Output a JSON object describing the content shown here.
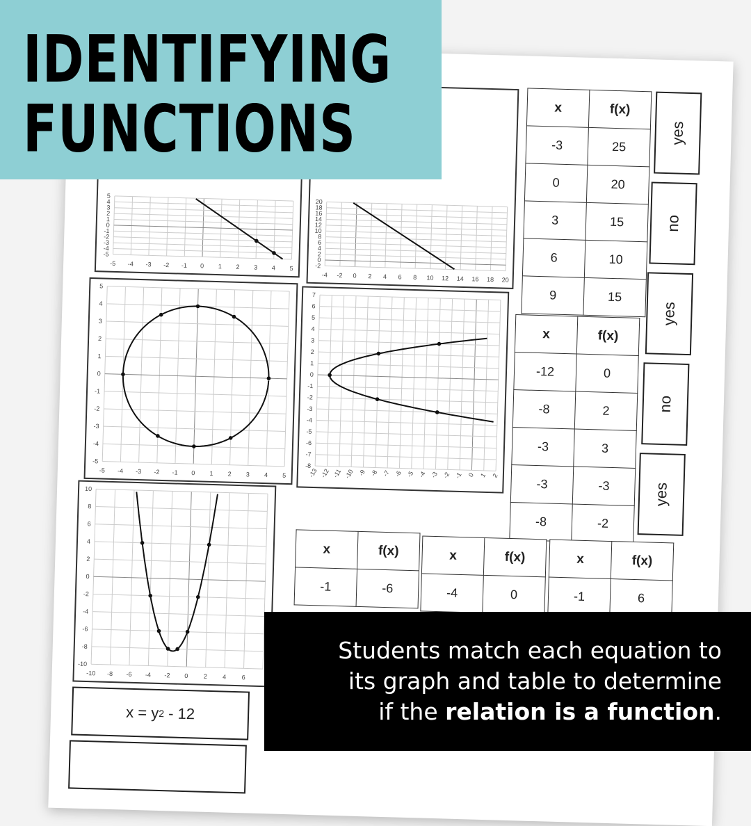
{
  "title": {
    "line1": "IDENTIFYING",
    "line2": "FUNCTIONS",
    "background": "#8ecfd4"
  },
  "caption": {
    "line1": "Students match each equation to",
    "line2": "its graph and table to determine",
    "line3_pre": "if the ",
    "line3_bold": "relation is a function",
    "line3_post": "."
  },
  "graphs": [
    {
      "xlim": [
        -5,
        5
      ],
      "ylim": [
        -5,
        5
      ],
      "xstep": 1,
      "ystep": 1,
      "xlabels": [
        "-5",
        "-4",
        "-3",
        "-2",
        "-1",
        "0",
        "1",
        "2",
        "3",
        "4",
        "5"
      ],
      "ylabels": [
        "-5",
        "-4",
        "-3",
        "-2",
        "-1",
        "0",
        "1",
        "2",
        "3",
        "4",
        "5"
      ],
      "curve": "line",
      "m": -2,
      "b": 4,
      "dots": [
        [
          3,
          -2
        ],
        [
          4,
          -4
        ]
      ]
    },
    {
      "xlim": [
        -4,
        20
      ],
      "ylim": [
        -2,
        20
      ],
      "xstep": 2,
      "ystep": 2,
      "xlabels": [
        "-4",
        "-2",
        "0",
        "2",
        "4",
        "6",
        "8",
        "10",
        "12",
        "14",
        "16",
        "18",
        "20"
      ],
      "ylabels": [
        "-2",
        "0",
        "2",
        "4",
        "6",
        "8",
        "10",
        "12",
        "14",
        "16",
        "18",
        "20"
      ],
      "curve": "line",
      "m": -1.6,
      "b": 19.2,
      "dots": []
    },
    {
      "xlim": [
        -5,
        5
      ],
      "ylim": [
        -5,
        5
      ],
      "xstep": 1,
      "ystep": 1,
      "xlabels": [
        "-5",
        "-4",
        "-3",
        "-2",
        "-1",
        "0",
        "1",
        "2",
        "3",
        "4",
        "5"
      ],
      "ylabels": [
        "-5",
        "-4",
        "-3",
        "-2",
        "-1",
        "0",
        "1",
        "2",
        "3",
        "4",
        "5"
      ],
      "curve": "circle",
      "r": 4,
      "dots": [
        [
          -4,
          0
        ],
        [
          4,
          0
        ],
        [
          0,
          4
        ],
        [
          0,
          -4
        ],
        [
          -2,
          3.46
        ],
        [
          2,
          3.46
        ],
        [
          -2,
          -3.46
        ],
        [
          2,
          -3.46
        ]
      ]
    },
    {
      "xlim": [
        -13,
        2
      ],
      "ylim": [
        -8,
        7
      ],
      "xstep": 1,
      "ystep": 1,
      "xlabels": [
        "-13",
        "-12",
        "-11",
        "-10",
        "-9",
        "-8",
        "-7",
        "-6",
        "-5",
        "-4",
        "-3",
        "-2",
        "-1",
        "0",
        "1",
        "2"
      ],
      "ylabels": [
        "-8",
        "-7",
        "-6",
        "-5",
        "-4",
        "-3",
        "-2",
        "-1",
        "0",
        "1",
        "2",
        "3",
        "4",
        "5",
        "6",
        "7"
      ],
      "curve": "sideways",
      "c": -12,
      "dots": [
        [
          -12,
          0
        ],
        [
          -8,
          2
        ],
        [
          -8,
          -2
        ],
        [
          -3,
          3
        ],
        [
          -3,
          -3
        ]
      ]
    },
    {
      "xlim": [
        -10,
        8
      ],
      "ylim": [
        -10,
        10
      ],
      "xstep": 2,
      "ystep": 2,
      "xlabels": [
        "-10",
        "-8",
        "-6",
        "-4",
        "-2",
        "0",
        "2",
        "4",
        "6"
      ],
      "ylabels": [
        "-10",
        "-8",
        "-6",
        "-4",
        "-2",
        "0",
        "2",
        "4",
        "6",
        "8",
        "10"
      ],
      "curve": "parabola",
      "a": 1,
      "bb": 3,
      "cc": -6,
      "dots": [
        [
          -5,
          4
        ],
        [
          -4,
          -2
        ],
        [
          -3,
          -6
        ],
        [
          -2,
          -8
        ],
        [
          -1,
          -8
        ],
        [
          0,
          -6
        ],
        [
          1,
          -2
        ],
        [
          2,
          4
        ]
      ]
    }
  ],
  "tables": [
    {
      "headers": [
        "x",
        "f(x)"
      ],
      "rows": [
        [
          "-3",
          "25"
        ],
        [
          "0",
          "20"
        ],
        [
          "3",
          "15"
        ],
        [
          "6",
          "10"
        ],
        [
          "9",
          "15"
        ]
      ]
    },
    {
      "headers": [
        "x",
        "f(x)"
      ],
      "rows": [
        [
          "-12",
          "0"
        ],
        [
          "-8",
          "2"
        ],
        [
          "-3",
          "3"
        ],
        [
          "-3",
          "-3"
        ],
        [
          "-8",
          "-2"
        ]
      ]
    },
    {
      "headers": [
        "x",
        "f(x)"
      ],
      "rows": [
        [
          "-1",
          "-6"
        ]
      ]
    },
    {
      "headers": [
        "x",
        "f(x)"
      ],
      "rows": [
        [
          "-4",
          "0"
        ]
      ]
    },
    {
      "headers": [
        "x",
        "f(x)"
      ],
      "rows": [
        [
          "-1",
          "6"
        ]
      ]
    }
  ],
  "cards": [
    "yes",
    "no",
    "yes",
    "no",
    "yes"
  ],
  "equation": {
    "lhs": "x = y",
    "exp": "2",
    "rhs": " - 12"
  }
}
